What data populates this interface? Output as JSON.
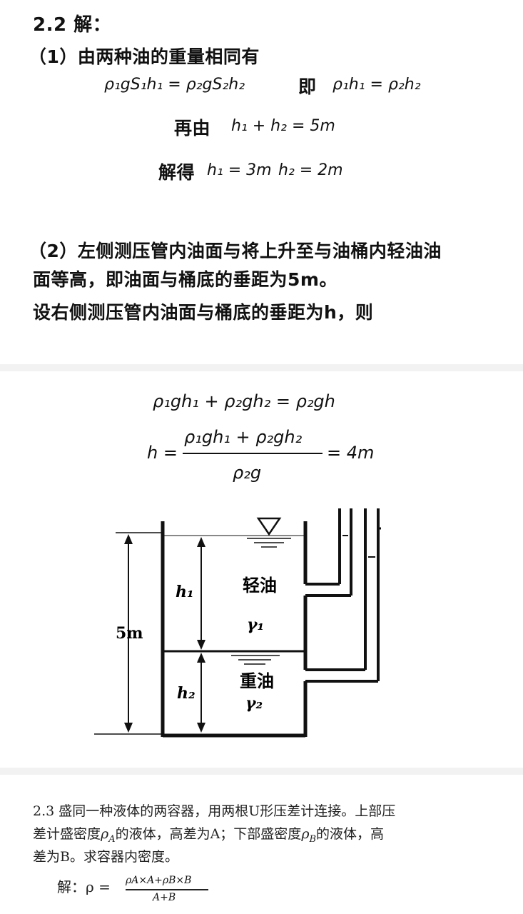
{
  "section_22": {
    "heading": "2.2 解：",
    "part1_label": "（1）由两种油的重量相同有",
    "eq1": "ρ₁gS₁h₁ = ρ₂gS₂h₂",
    "ji": "即",
    "eq2": "ρ₁h₁ = ρ₂h₂",
    "zaiyou": "再由",
    "eq3": "h₁ + h₂ = 5m",
    "jiede": "解得",
    "eq4a": "h₁ = 3m",
    "eq4b": "h₂ = 2m",
    "part2_line1": "（2）左侧测压管内油面与将上升至与油桶内轻油油",
    "part2_line2": "面等高，即油面与桶底的垂距为5m。",
    "part2_line3": "设右侧测压管内油面与桶底的垂距为h，则"
  },
  "formulas": {
    "f1": "ρ₁gh₁ + ρ₂gh₂ = ρ₂gh",
    "f2_lhs": "h =",
    "f2_num": "ρ₁gh₁ + ρ₂gh₂",
    "f2_den": "ρ₂g",
    "f2_rhs": "= 4m"
  },
  "figure": {
    "h1": "h₁",
    "h2": "h₂",
    "total": "5m",
    "light_oil": "轻油",
    "gamma1": "γ₁",
    "heavy_oil": "重油",
    "gamma2": "γ₂"
  },
  "section_23": {
    "line1": "2.3  盛同一种液体的两容器，用两根U形压差计连接。上部压",
    "line2_a": "差计盛密度",
    "line2_rho": "ρ",
    "line2_sub": "A",
    "line2_b": "的液体，高差为A；下部盛密度",
    "line2_rho2": "ρ",
    "line2_sub2": "B",
    "line2_c": "的液体，高",
    "line3": "差为B。求容器内密度。",
    "answer_label": "解：ρ =",
    "answer_num": "ρA×A+ρB×B",
    "answer_den": "A+B"
  }
}
